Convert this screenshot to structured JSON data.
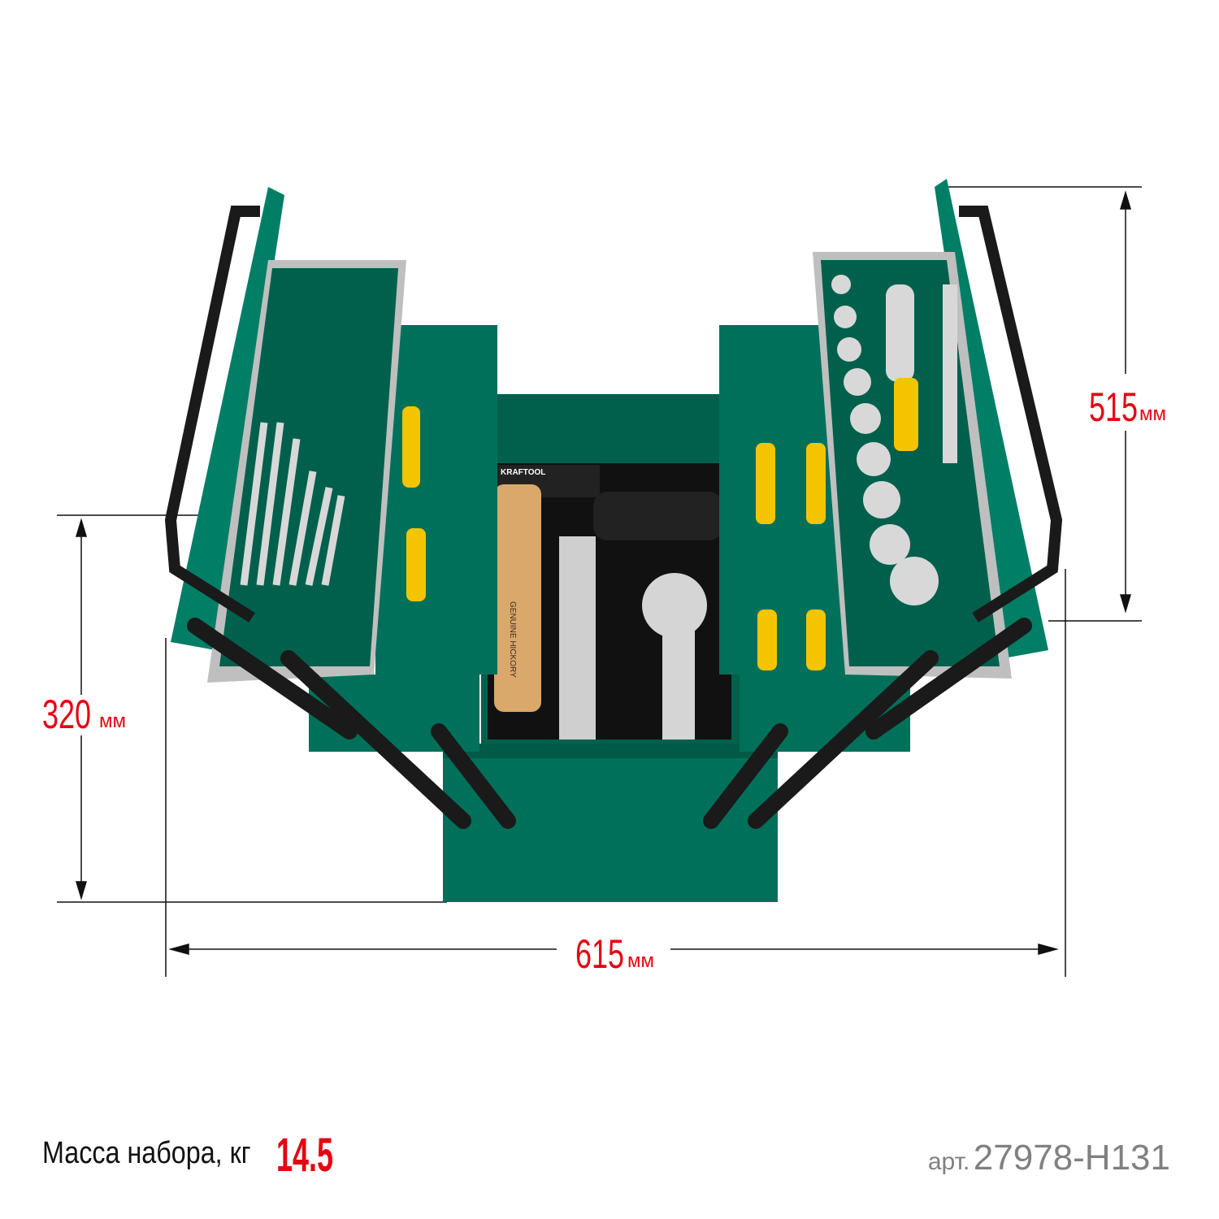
{
  "dimensions": {
    "height_closed": {
      "value": "320",
      "unit": "мм"
    },
    "height_open": {
      "value": "515",
      "unit": "мм"
    },
    "width_open": {
      "value": "615",
      "unit": "мм"
    }
  },
  "mass": {
    "label": "Масса набора, кг",
    "value": "14.5"
  },
  "article": {
    "prefix": "арт.",
    "code": "27978-H131"
  },
  "product": {
    "brand_marks": "KRAFTOOL",
    "hammer_text": "GENUINE HICKORY"
  },
  "colors": {
    "box": "#00705a",
    "accent": "#e30613",
    "handle": "#f5c400",
    "metal": "#c8c8c8"
  }
}
